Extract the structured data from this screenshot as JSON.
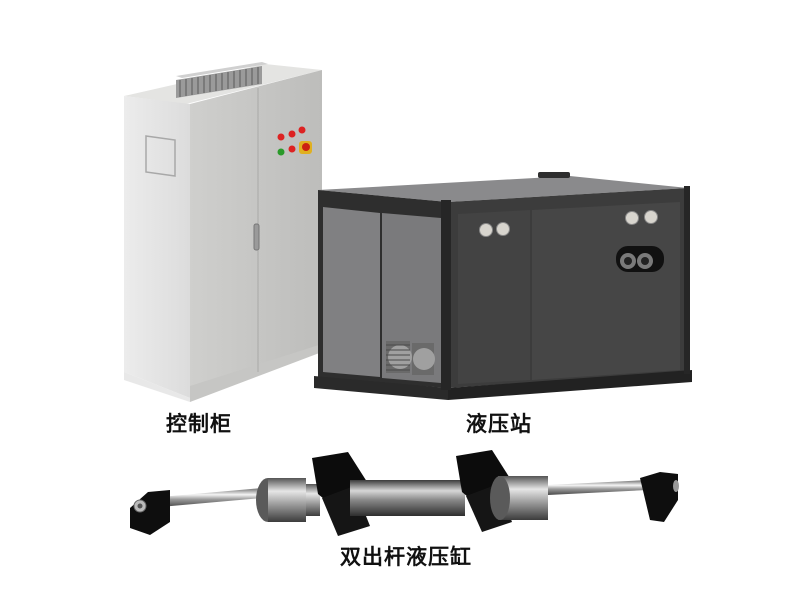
{
  "figure": {
    "description": "Equipment illustration: control cabinet, hydraulic station, double-rod hydraulic cylinder",
    "background": "#ffffff"
  },
  "components": [
    {
      "id": "control-cabinet",
      "label": "控制柜",
      "body_color": "#d9d9d7",
      "indicator_lights": [
        "red",
        "red",
        "red",
        "green",
        "red"
      ],
      "emergency_stop": "yellow-red"
    },
    {
      "id": "hydraulic-station",
      "label": "液压站",
      "body_color": "#3e3e3e",
      "side_panel_color": "#7e7e80",
      "gauges": 4
    },
    {
      "id": "double-rod-cylinder",
      "label": "双出杆液压缸",
      "rod_color": "#b8b8b8",
      "bracket_color": "#111111"
    }
  ],
  "labels": {
    "cabinet": "控制柜",
    "station": "液压站",
    "cylinder": "双出杆液压缸"
  }
}
